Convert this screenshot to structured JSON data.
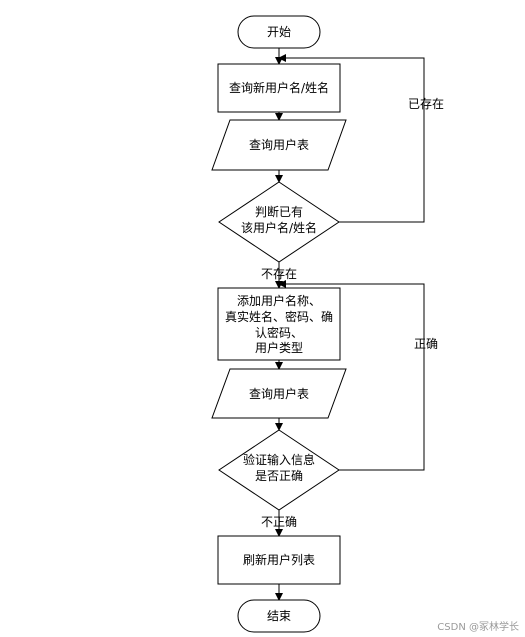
{
  "flowchart": {
    "start": "开始",
    "query_name": "查询新用户名/姓名",
    "query_table_1": "查询用户表",
    "decision_exists": [
      "判断已有",
      "该用户名/姓名"
    ],
    "branch_exists": "已存在",
    "branch_not_exists": "不存在",
    "add_user": [
      "添加用户名称、",
      "真实姓名、密码、确",
      "认密码、",
      "用户类型"
    ],
    "query_table_2": "查询用户表",
    "decision_validate": [
      "验证输入信息",
      "是否正确"
    ],
    "branch_correct": "正确",
    "branch_incorrect": "不正确",
    "refresh": "刷新用户列表",
    "end": "结束"
  },
  "watermark": "CSDN @冢林学长"
}
